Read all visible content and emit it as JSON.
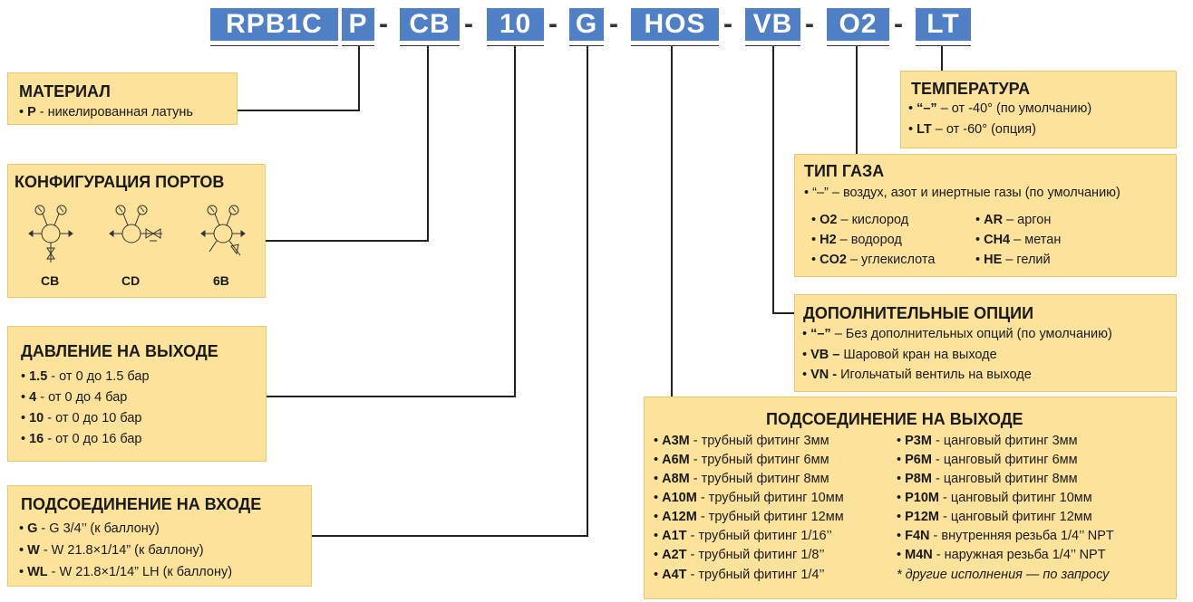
{
  "code_segments": [
    "RPB1C",
    "P",
    "CB",
    "10",
    "G",
    "HOS",
    "VB",
    "O2",
    "LT"
  ],
  "dash": "-",
  "material": {
    "title": "МАТЕРИАЛ",
    "items": [
      {
        "code": "P",
        "text": " - никелированная латунь"
      }
    ]
  },
  "ports": {
    "title": "КОНФИГУРАЦИЯ  ПОРТОВ",
    "labels": [
      "CB",
      "CD",
      "6B"
    ]
  },
  "outlet_pressure": {
    "title": "ДАВЛЕНИЕ НА ВЫХОДЕ",
    "items": [
      {
        "code": "1.5",
        "text": " - от 0 до 1.5 бар"
      },
      {
        "code": "4",
        "text": " - от 0 до 4 бар"
      },
      {
        "code": "10",
        "text": " - от 0 до 10 бар"
      },
      {
        "code": "16",
        "text": " - от 0 до 16 бар"
      }
    ]
  },
  "inlet": {
    "title": "ПОДСОЕДИНЕНИЕ НА ВХОДЕ",
    "items": [
      {
        "code": "G",
        "text": " - G 3/4’’ (к баллону)"
      },
      {
        "code": "W",
        "text": " - W 21.8×1/14” (к баллону)"
      },
      {
        "code": "WL",
        "text": " - W 21.8×1/14” LH (к баллону)"
      }
    ]
  },
  "temperature": {
    "title": "ТЕМПЕРАТУРА",
    "items": [
      {
        "code": "“–”",
        "text": " – от -40° (по умолчанию)"
      },
      {
        "code": "LT",
        "text": " – от -60° (опция)"
      }
    ]
  },
  "gas": {
    "title": "ТИП ГАЗА",
    "default_line": "“–” – воздух, азот и инертные газы (по умолчанию)",
    "left": [
      {
        "code": "O2",
        "text": " – кислород"
      },
      {
        "code": "H2",
        "text": " – водород"
      },
      {
        "code": "CO2",
        "text": " – углекислота"
      }
    ],
    "right": [
      {
        "code": "AR",
        "text": " – аргон"
      },
      {
        "code": "CH4",
        "text": " – метан"
      },
      {
        "code": "HE",
        "text": " – гелий"
      }
    ]
  },
  "options": {
    "title": "ДОПОЛНИТЕЛЬНЫЕ ОПЦИИ",
    "items": [
      {
        "code": "“–”",
        "text": " – Без дополнительных опций (по умолчанию)"
      },
      {
        "code": "VB –",
        "text": " Шаровой кран на выходе"
      },
      {
        "code": "VN -",
        "text": " Игольчатый вентиль на выходе"
      }
    ]
  },
  "outlet": {
    "title": "ПОДСОЕДИНЕНИЕ НА ВЫХОДЕ",
    "left": [
      {
        "code": "A3M",
        "text": " - трубный фитинг 3мм"
      },
      {
        "code": "A6M",
        "text": " - трубный фитинг 6мм"
      },
      {
        "code": "A8M",
        "text": " - трубный фитинг 8мм"
      },
      {
        "code": "A10M",
        "text": " - трубный фитинг 10мм"
      },
      {
        "code": "A12M",
        "text": " - трубный фитинг 12мм"
      },
      {
        "code": "A1T",
        "text": " - трубный фитинг 1/16’’"
      },
      {
        "code": "A2T",
        "text": " - трубный фитинг 1/8’’"
      },
      {
        "code": "A4T",
        "text": " - трубный фитинг 1/4’’"
      }
    ],
    "right": [
      {
        "code": "P3M",
        "text": " - цанговый фитинг 3мм"
      },
      {
        "code": "P6M",
        "text": " - цанговый фитинг 6мм"
      },
      {
        "code": "P8M",
        "text": " - цанговый фитинг 8мм"
      },
      {
        "code": "P10M",
        "text": " - цанговый фитинг 10мм"
      },
      {
        "code": "P12M",
        "text": " - цанговый фитинг 12мм"
      },
      {
        "code": "F4N",
        "text": " - внутренняя резьба 1/4’’ NPT"
      },
      {
        "code": "M4N",
        "text": " - наружная резьба 1/4’’ NPT"
      }
    ],
    "note": "* другие исполнения — по запросу"
  },
  "colors": {
    "code_bg": "#4f7fc4",
    "box_bg": "#fce29a",
    "line": "#222222"
  }
}
